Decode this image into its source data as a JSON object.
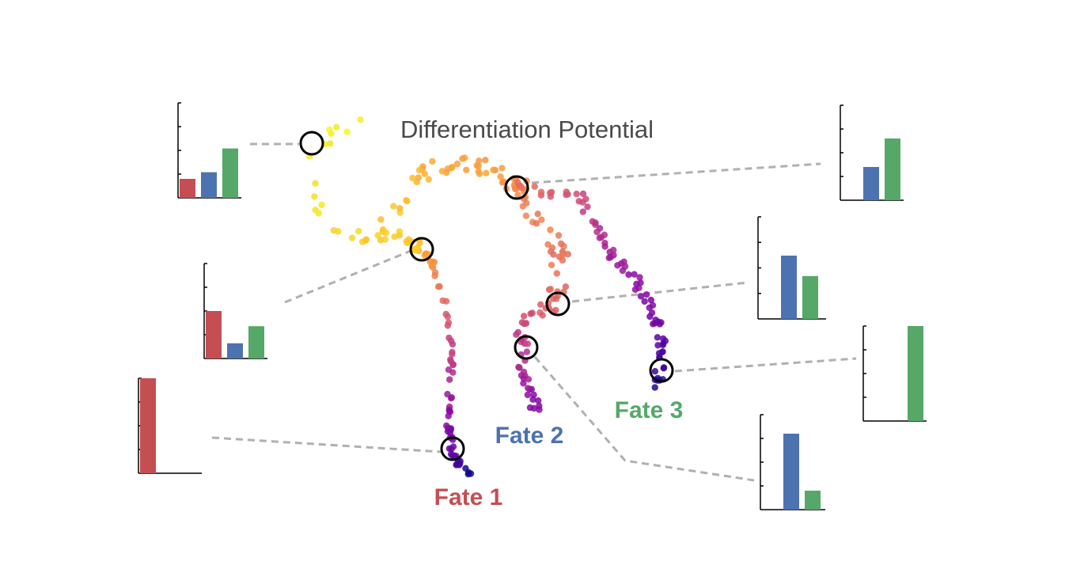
{
  "title": "Differentiation Potential",
  "fates": [
    {
      "label": "Fate 1",
      "color": "#c44e52"
    },
    {
      "label": "Fate 2",
      "color": "#4c72b0"
    },
    {
      "label": "Fate 3",
      "color": "#55a868"
    }
  ],
  "colormap": [
    "#0d0887",
    "#5302a3",
    "#8b0aa5",
    "#b83289",
    "#db5c68",
    "#f48849",
    "#febc2a",
    "#f0f921"
  ],
  "chart_data": [
    {
      "type": "bar",
      "categories": [
        "Fate 1",
        "Fate 2",
        "Fate 3"
      ],
      "values": [
        0.2,
        0.27,
        0.52
      ],
      "ylim": [
        0,
        1
      ]
    },
    {
      "type": "bar",
      "categories": [
        "Fate 1",
        "Fate 2",
        "Fate 3"
      ],
      "values": [
        0.0,
        0.35,
        0.65
      ],
      "ylim": [
        0,
        1
      ]
    },
    {
      "type": "bar",
      "categories": [
        "Fate 1",
        "Fate 2",
        "Fate 3"
      ],
      "values": [
        0.5,
        0.16,
        0.34
      ],
      "ylim": [
        0,
        1
      ]
    },
    {
      "type": "bar",
      "categories": [
        "Fate 1",
        "Fate 2",
        "Fate 3"
      ],
      "values": [
        0.0,
        0.62,
        0.42
      ],
      "ylim": [
        0,
        1
      ]
    },
    {
      "type": "bar",
      "categories": [
        "Fate 1",
        "Fate 2",
        "Fate 3"
      ],
      "values": [
        1.0,
        0.0,
        0.0
      ],
      "ylim": [
        0,
        1
      ]
    },
    {
      "type": "bar",
      "categories": [
        "Fate 1",
        "Fate 2",
        "Fate 3"
      ],
      "values": [
        0.0,
        0.0,
        1.0
      ],
      "ylim": [
        0,
        1
      ]
    },
    {
      "type": "bar",
      "categories": [
        "Fate 1",
        "Fate 2",
        "Fate 3"
      ],
      "values": [
        0.0,
        0.8,
        0.2
      ],
      "ylim": [
        0,
        1
      ]
    }
  ]
}
